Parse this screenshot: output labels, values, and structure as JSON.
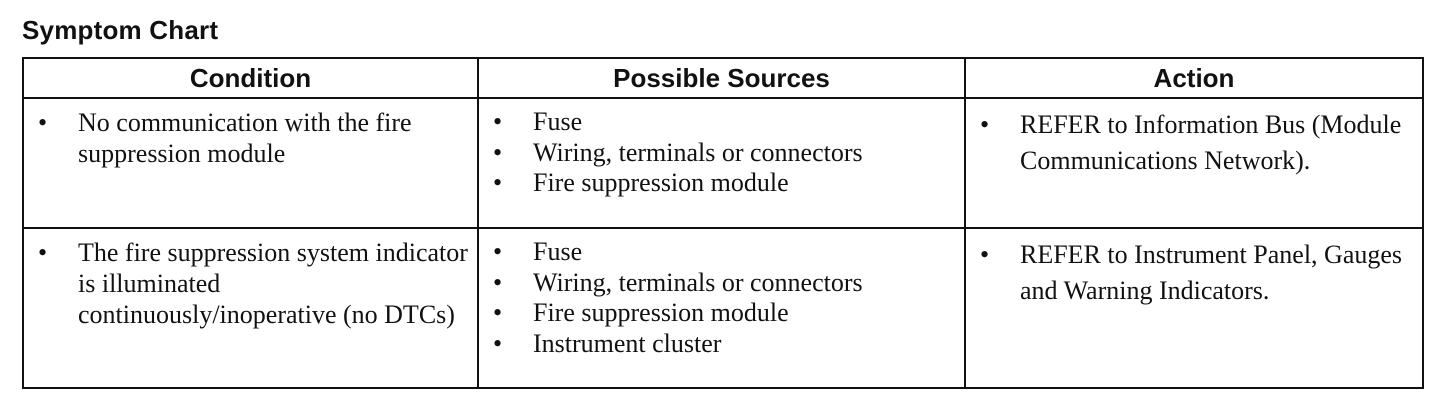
{
  "title": "Symptom Chart",
  "headers": {
    "condition": "Condition",
    "sources": "Possible Sources",
    "action": "Action"
  },
  "rows": [
    {
      "condition": "No communication with the fire suppression module",
      "sources": [
        "Fuse",
        "Wiring, terminals or connectors",
        "Fire suppression module"
      ],
      "action": "REFER to Information Bus (Module Communications Network)."
    },
    {
      "condition": "The fire suppression system indicator is illuminated continuously/inoperative (no DTCs)",
      "sources": [
        "Fuse",
        "Wiring, terminals or connectors",
        "Fire suppression module",
        "Instrument cluster"
      ],
      "action": "REFER to Instrument Panel, Gauges and Warning Indicators."
    }
  ]
}
